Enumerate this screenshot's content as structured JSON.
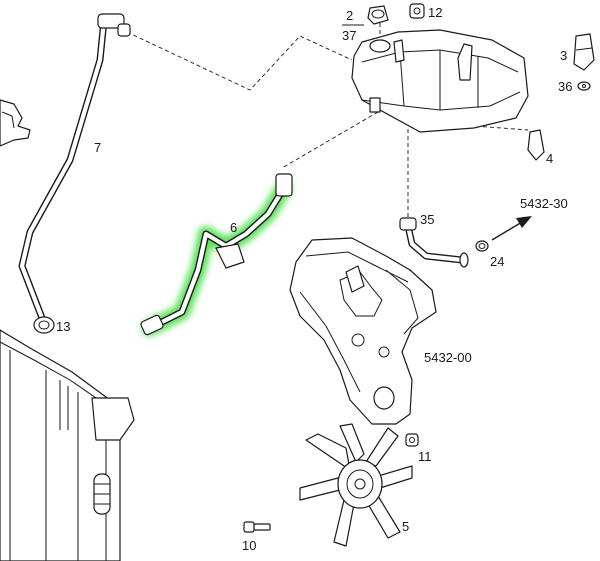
{
  "labels": {
    "p2": "2",
    "p37": "37",
    "p12": "12",
    "p3": "3",
    "p36": "36",
    "p7": "7",
    "p4": "4",
    "p6": "6",
    "p35": "35",
    "ref_5432_30": "5432-30",
    "p24": "24",
    "p13": "13",
    "ref_5432_00": "5432-00",
    "p11": "11",
    "p5": "5",
    "p10": "10"
  },
  "colors": {
    "highlight": "#3ddc3d",
    "line": "#1a1a1a",
    "background": "#ffffff"
  }
}
